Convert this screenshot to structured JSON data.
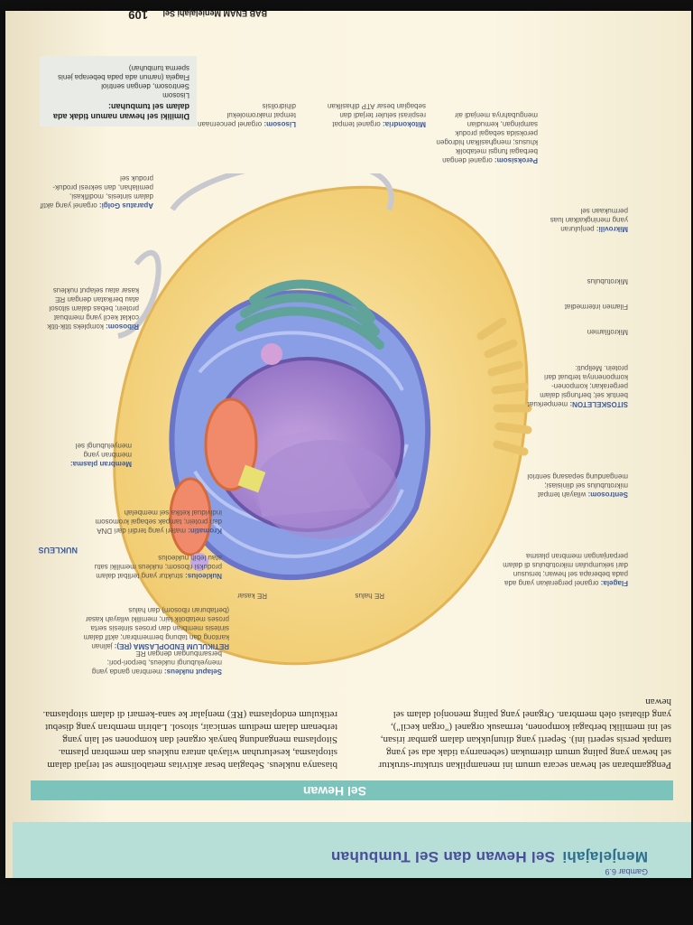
{
  "header": {
    "small": "Gambar 6.9",
    "prefix": "Menjelajahi",
    "title": "Sel Hewan dan Sel Tumbuhan"
  },
  "section": {
    "title": "Sel Hewan"
  },
  "intro": {
    "p1": "Penggambaran sel hewan secara umum ini menampilkan struktur-struktur sel hewan yang paling umum ditemukan (sebenarnya tidak ada sel yang tampak persis seperti ini). Seperti yang ditunjukkan dalam gambar irisan, sel ini memiliki berbagai komponen, termasuk organel (\"organ kecil\"), yang dibatasi oleh membran. Organel yang paling menonjol dalam sel hewan",
    "p2": "biasanya nukleus. Sebagian besar aktivitas metabolisme sel terjadi dalam sitoplasma, keseluruhan wilayah antara nukleus dan membran plasma. Sitoplasma mengandung banyak organel dan komponen sel lain yang terbenam dalam medium semicair, sitosol. Labirin membran yang disebut retikulum endoplasma (RE) menjalar ke sana-kemari di dalam sitoplasma."
  },
  "labels": {
    "re_title": "RETIKULUM ENDOPLASMA (RE):",
    "re_body": "jalinan kantong dan tabung bermembran; aktif dalam sintesis membran dan proses sintesis serta proses metabolik lain; memiliki wilayah kasar (bertaburan ribosom) dan halus",
    "re_kasar": "RE kasar",
    "re_halus": "RE halus",
    "nukleus": "NUKLEUS",
    "selaput_title": "Selaput nukleus:",
    "selaput_body": "membran ganda yang menyelubungi nukleus, berpori-pori; bersambungan dengan RE",
    "nukleolus_title": "Nukleolus:",
    "nukleolus_body": "struktur yang terlibat dalam produksi ribosom; nukleus memiliki satu atau lebih nukleolus",
    "kromatin_title": "Kromatin:",
    "kromatin_body": "materi yang terdiri dari DNA dan protein; tampak sebagai kromosom individual ketika sel membelah",
    "membran_title": "Membran plasma:",
    "membran_body": "membran yang menyelubungi sel",
    "ribosom_title": "Ribosom:",
    "ribosom_body": "kompleks titik-titik coklat kecil yang membuat protein; bebas dalam sitosol atau berikatan dengan RE kasar atau selaput nukleus",
    "golgi_title": "Aparatus Golgi:",
    "golgi_body": "organel yang aktif dalam sintesis, modifikasi, pemilahan, dan sekresi produk-produk sel",
    "lisosom_title": "Lisosom:",
    "lisosom_body": "organel pencernaan tempat makromolekul dihidrolisis",
    "mito_title": "Mitokondria:",
    "mito_body": "organel tempat respirasi seluler terjadi dan sebagian besar ATP dihasilkan",
    "peroks_title": "Peroksisom:",
    "peroks_body": "organel dengan berbagai fungsi metabolik khusus; menghasilkan hidrogen peroksida sebagai produk sampingan, kemudian mengubahnya menjadi air",
    "mikrovili_title": "Mikrovili:",
    "mikrovili_body": "penjuluran yang meningkatkan luas permukaan sel",
    "sitoskeleton_title": "SITOSKELETON:",
    "sitoskeleton_body": "memperkuat bentuk sel; berfungsi dalam pergerakan; komponen-komponennya terbuat dari protein. Meliputi:",
    "mikrofilamen": "Mikrofilamen",
    "filamen": "Filamen intermediat",
    "mikrotubulus": "Mikrotubulus",
    "sentrosom_title": "Sentrosom:",
    "sentrosom_body": "wilayah tempat mikrotubulus sel diinisiasi; mengandung sepasang sentriol",
    "flagela_title": "Flagela:",
    "flagela_body": "organel pergerakan yang ada pada beberapa sel hewan; tersusun dari sekumpulan mikrotubulus di dalam perpanjangan membran plasma"
  },
  "sidebox": {
    "title": "Dimiliki sel hewan namun tidak ada dalam sel tumbuhan:",
    "body": "Lisosom\nSentrosom, dengan sentriol\nFlagela (namun ada pada beberapa jenis sperma tumbuhan)"
  },
  "footer": {
    "chapter": "BAB ENAM",
    "topic": "Menjelajahi Sel",
    "page": "109"
  }
}
